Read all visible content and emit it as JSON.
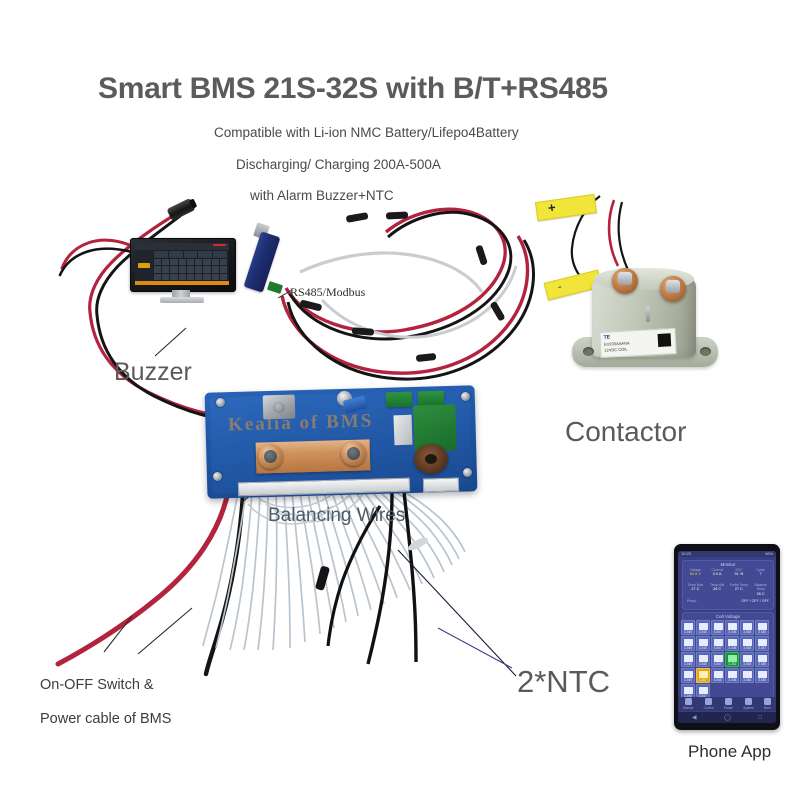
{
  "header": {
    "title": "Smart BMS 21S-32S with B/T+RS485",
    "subtitle_1": "Compatible with Li-ion NMC Battery/Lifepo4Battery",
    "subtitle_2": "Discharging/ Charging 200A-500A",
    "subtitle_3": "with Alarm Buzzer+NTC"
  },
  "callouts": {
    "buzzer": "Buzzer",
    "rs485": "RS485/Modbus",
    "contactor": "Contactor",
    "balancing_wires": "Balancing Wires",
    "ntc": "2*NTC",
    "switch_line1": "On-OFF Switch &",
    "switch_line2": "Power cable of BMS",
    "phone_app": "Phone App"
  },
  "board": {
    "watermark": "Kealia of BMS"
  },
  "contactor_label": {
    "brand": "TE",
    "line1": "EV200AAANA",
    "line2": "12VDC COIL"
  },
  "wire_flags": {
    "positive": "+",
    "negative": "-"
  },
  "phone": {
    "status_time": "10:25",
    "status_right": "46%",
    "monitor_title": "Monitor",
    "metrics": [
      {
        "key": "Voltage",
        "value": "84.5 V"
      },
      {
        "key": "Current",
        "value": "0.0 A"
      },
      {
        "key": "SOC",
        "value": "91 %"
      },
      {
        "key": "Cycle",
        "value": "7"
      },
      {
        "key": "Temp Mos",
        "value": "27 C"
      },
      {
        "key": "Temp Bal",
        "value": "26 C"
      },
      {
        "key": "Probe Temp",
        "value": "27 C"
      },
      {
        "key": "Balance Temp",
        "value": "26 C"
      }
    ],
    "state_key": "Pump",
    "state_value": "OFF / OFF / OFF",
    "cells_title": "Cell Voltage",
    "cells": [
      {
        "v": "3.345",
        "state": "normal"
      },
      {
        "v": "3.345",
        "state": "normal"
      },
      {
        "v": "3.347",
        "state": "normal"
      },
      {
        "v": "3.346",
        "state": "normal"
      },
      {
        "v": "3.345",
        "state": "normal"
      },
      {
        "v": "3.345",
        "state": "normal"
      },
      {
        "v": "3.346",
        "state": "normal"
      },
      {
        "v": "3.345",
        "state": "normal"
      },
      {
        "v": "3.347",
        "state": "normal"
      },
      {
        "v": "3.346",
        "state": "normal"
      },
      {
        "v": "3.345",
        "state": "normal"
      },
      {
        "v": "3.347",
        "state": "normal"
      },
      {
        "v": "3.345",
        "state": "normal"
      },
      {
        "v": "3.346",
        "state": "normal"
      },
      {
        "v": "3.347",
        "state": "normal"
      },
      {
        "v": "3.352",
        "state": "balancing"
      },
      {
        "v": "3.345",
        "state": "normal"
      },
      {
        "v": "3.346",
        "state": "normal"
      },
      {
        "v": "3.345",
        "state": "normal"
      },
      {
        "v": "3.357",
        "state": "warning"
      },
      {
        "v": "3.345",
        "state": "normal"
      },
      {
        "v": "3.346",
        "state": "normal"
      },
      {
        "v": "3.346",
        "state": "normal"
      },
      {
        "v": "3.345",
        "state": "normal"
      },
      {
        "v": "3.346",
        "state": "normal"
      },
      {
        "v": "3.347",
        "state": "normal"
      }
    ],
    "nav": [
      {
        "label": "Monitor",
        "icon": "monitor-icon"
      },
      {
        "label": "Control",
        "icon": "control-icon"
      },
      {
        "label": "Param",
        "icon": "param-icon"
      },
      {
        "label": "System",
        "icon": "system-icon"
      },
      {
        "label": "More",
        "icon": "more-icon"
      }
    ]
  },
  "colors": {
    "pcb_blue": "#2158a6",
    "copper": "#c98e5c",
    "connector_green": "#1f7a2e",
    "flag_yellow": "#f2e53a",
    "app_background": "#3a3f84",
    "balancing_green": "#1d8f3c",
    "warning_yellow": "#e0a41d",
    "wire_red": "#b3233d",
    "wire_black": "#111111"
  }
}
